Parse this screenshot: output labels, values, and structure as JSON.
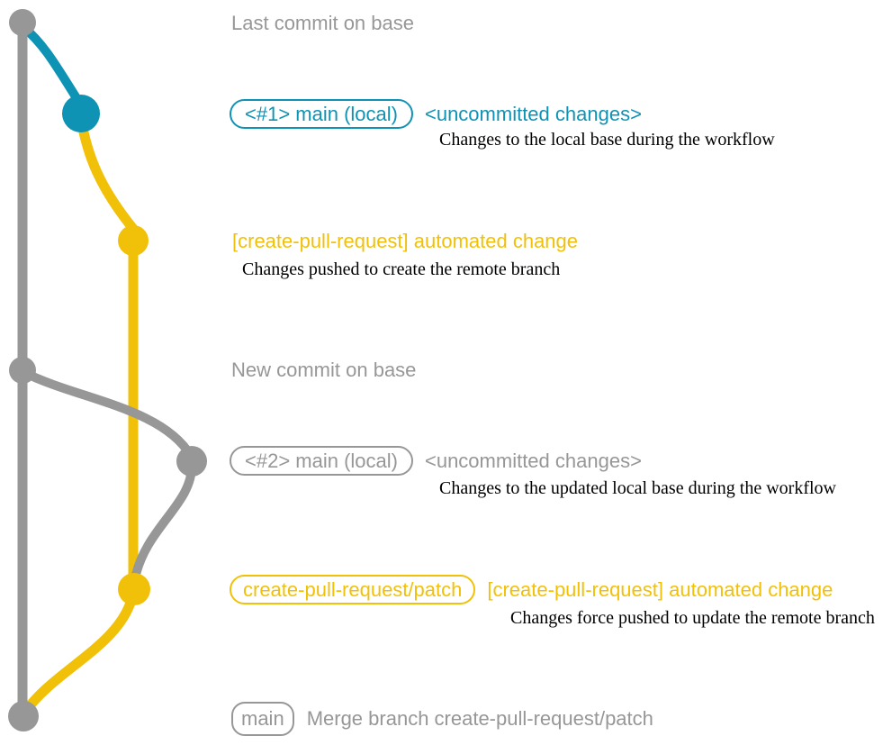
{
  "colors": {
    "gray": "#979797",
    "blue": "#0f93b5",
    "yellow": "#f1c109",
    "ink": "#000000",
    "bg": "#ffffff"
  },
  "graph": {
    "branches": [
      {
        "name": "base",
        "color_key": "gray"
      },
      {
        "name": "main-local",
        "color_key": "blue"
      },
      {
        "name": "create-pull-request-patch",
        "color_key": "yellow"
      }
    ]
  },
  "rows": {
    "last_commit": {
      "message": "Last commit on base"
    },
    "main_local_1": {
      "ref": "<#1> main (local)",
      "message": "<uncommitted changes>",
      "note": "Changes to the local base during the workflow"
    },
    "cpr_commit_1": {
      "message": "[create-pull-request] automated change",
      "note": "Changes pushed to create the remote branch"
    },
    "new_commit": {
      "message": "New commit on base"
    },
    "main_local_2": {
      "ref": "<#2> main (local)",
      "message": "<uncommitted changes>",
      "note": "Changes to the updated local base during the workflow"
    },
    "cpr_commit_2": {
      "ref": "create-pull-request/patch",
      "message": "[create-pull-request] automated change",
      "note": "Changes force pushed to update the remote branch"
    },
    "merge_commit": {
      "ref": "main",
      "message": "Merge branch create-pull-request/patch"
    }
  }
}
